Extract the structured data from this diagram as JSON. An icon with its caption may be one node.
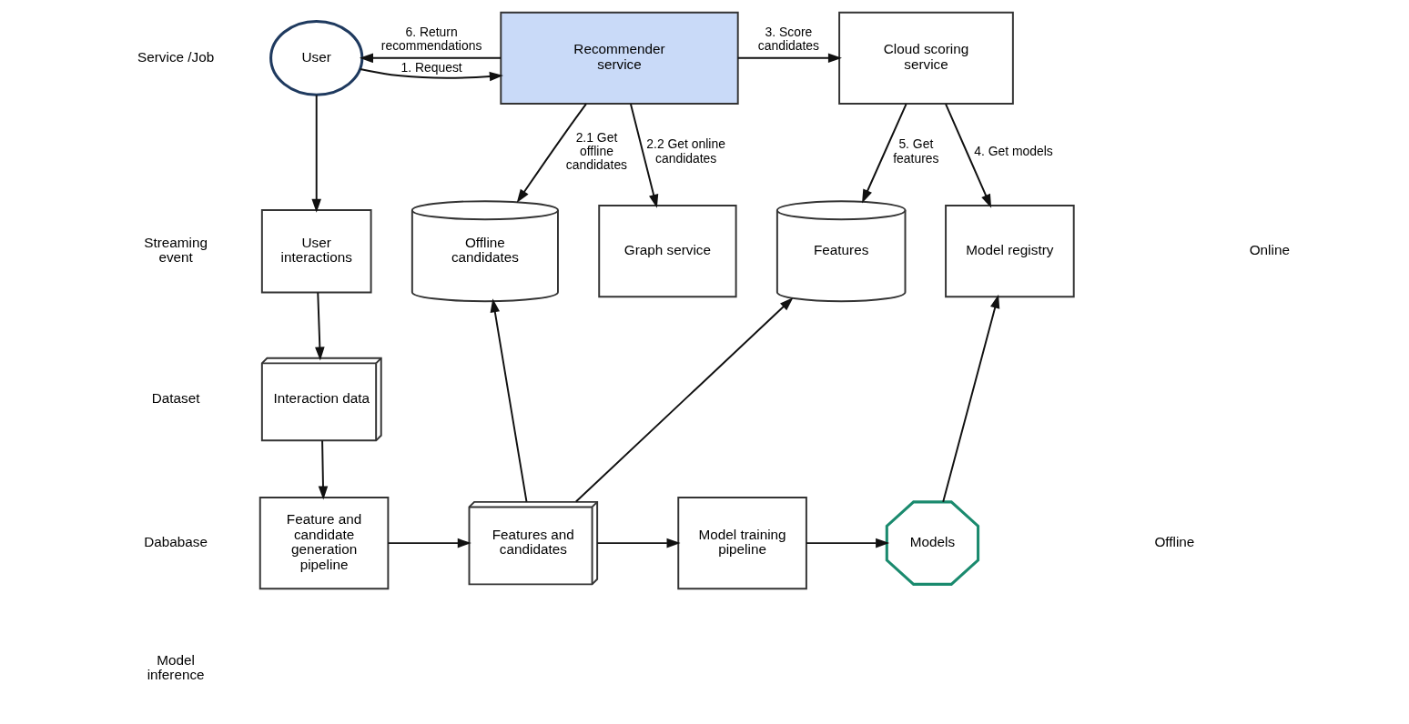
{
  "diagram": {
    "nodes": [
      {
        "text": [
          "User"
        ]
      },
      {
        "text": [
          "Recommender service"
        ]
      },
      {
        "text": [
          "Cloud scoring service"
        ]
      },
      {
        "text": [
          "Offline candidates"
        ]
      },
      {
        "text": [
          "Graph service"
        ]
      },
      {
        "text": [
          "Features"
        ]
      },
      {
        "text": [
          "Model registry"
        ]
      },
      {
        "text": [
          "User interactions"
        ]
      },
      {
        "text": [
          "Interaction data"
        ]
      },
      {
        "text": [
          "Feature and candidate generation pipeline"
        ]
      },
      {
        "text": [
          "Features and candidates"
        ]
      },
      {
        "text": [
          "Model training pipeline"
        ]
      },
      {
        "text": [
          "Models"
        ]
      }
    ],
    "edges": [
      {
        "from": 0,
        "to": 1,
        "arrow": "to",
        "label": "1. Request"
      },
      {
        "from": 1,
        "to": 0,
        "arrow": "to",
        "label": "6. Return recommendations"
      },
      {
        "from": 1,
        "to": 2,
        "arrow": "to",
        "label": "3. Score candidates"
      },
      {
        "from": 1,
        "to": 3,
        "arrow": "to",
        "label": "2.1 Get offline candidates"
      },
      {
        "from": 1,
        "to": 4,
        "arrow": "to",
        "label": "2.2 Get online candidates"
      },
      {
        "from": 2,
        "to": 5,
        "arrow": "to",
        "label": "5. Get features"
      },
      {
        "from": 2,
        "to": 6,
        "arrow": "to",
        "label": "4. Get models"
      },
      {
        "from": 0,
        "to": 7,
        "arrow": "to"
      },
      {
        "from": 7,
        "to": 8,
        "arrow": "to"
      },
      {
        "from": 8,
        "to": 9,
        "arrow": "to"
      },
      {
        "from": 9,
        "to": 10,
        "arrow": "to"
      },
      {
        "from": 10,
        "to": 3,
        "arrow": "to"
      },
      {
        "from": 10,
        "to": 5,
        "arrow": "to"
      },
      {
        "from": 10,
        "to": 11,
        "arrow": "to"
      },
      {
        "from": 11,
        "to": 12,
        "arrow": "to"
      },
      {
        "from": 12,
        "to": 6,
        "arrow": "to"
      }
    ],
    "labels": [
      "Online",
      "Offline"
    ],
    "legend": [
      {
        "text": "Service /Job"
      },
      {
        "text": "Streaming event"
      },
      {
        "text": "Dataset"
      },
      {
        "text": "Dababase"
      },
      {
        "text": "Model inference"
      }
    ]
  }
}
